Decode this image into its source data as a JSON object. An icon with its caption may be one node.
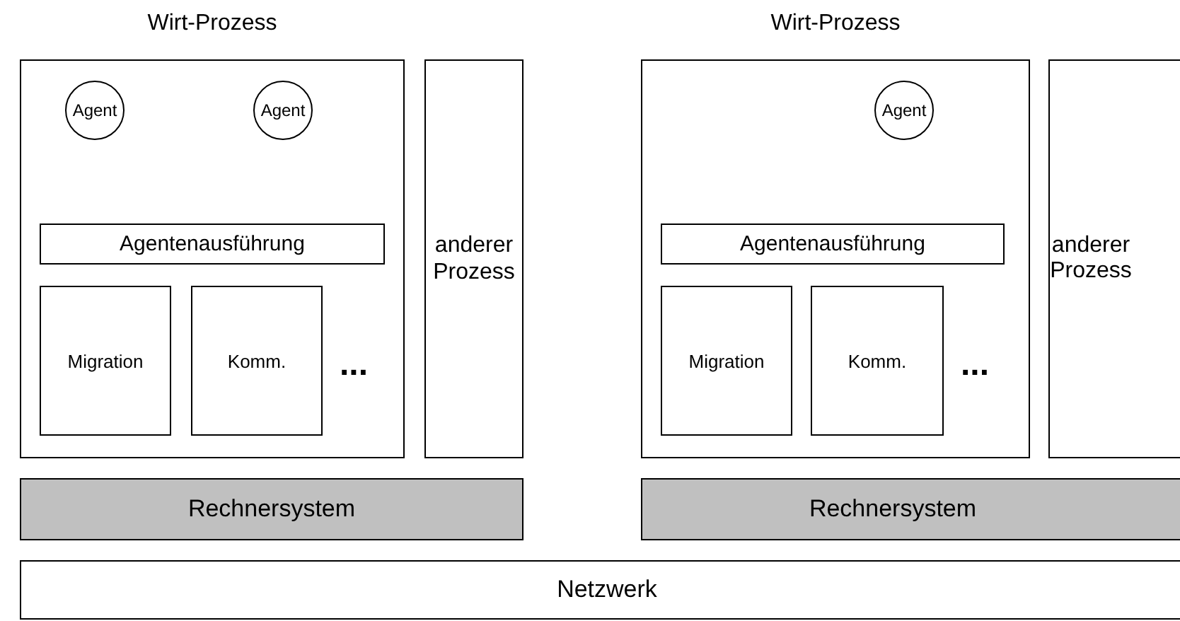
{
  "diagram": {
    "nodes": [
      {
        "text": [
          "Wirt-Prozess"
        ]
      },
      {
        "text": [
          "Agent"
        ],
        "in": 0
      },
      {
        "text": [
          "Agent"
        ],
        "in": 0
      },
      {
        "text": [
          "Agentenausführung"
        ],
        "in": 0
      },
      {
        "text": [
          "Migration"
        ],
        "in": 0
      },
      {
        "text": [
          "Komm."
        ],
        "in": 0
      },
      {
        "text": [
          "Wirt-Prozess"
        ]
      },
      {
        "text": [
          "Agent"
        ],
        "in": 6
      },
      {
        "text": [
          "Agentenausführung"
        ],
        "in": 6
      },
      {
        "text": [
          "Migration"
        ],
        "in": 6
      },
      {
        "text": [
          "Komm."
        ],
        "in": 6
      },
      {
        "text": [
          "anderer Prozess"
        ]
      },
      {
        "text": [
          "anderer Prozess"
        ]
      },
      {
        "text": [
          "Rechnersystem"
        ]
      },
      {
        "text": [
          "Rechnersystem"
        ]
      },
      {
        "text": [
          "Netzwerk"
        ]
      }
    ],
    "labels": [
      "...",
      "..."
    ]
  }
}
